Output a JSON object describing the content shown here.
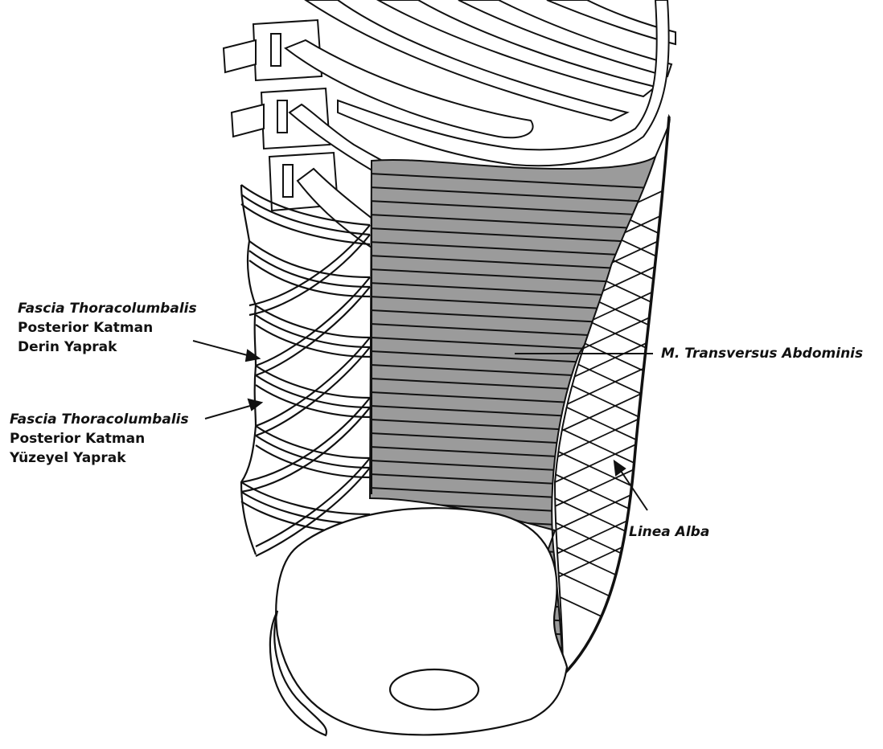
{
  "labels": {
    "deep_layer": {
      "line1": "Fascia Thoracolumbalis",
      "line2": "Posterior Katman",
      "line3": "Derin Yaprak"
    },
    "superficial_layer": {
      "line1": "Fascia Thoracolumbalis",
      "line2": "Posterior Katman",
      "line3": "Yüzeyel Yaprak"
    },
    "muscle": "M. Transversus Abdominis",
    "linea_alba": "Linea Alba"
  },
  "colors": {
    "muscle_fill": "#9b9b9b",
    "line": "#111111",
    "background": "#ffffff"
  }
}
